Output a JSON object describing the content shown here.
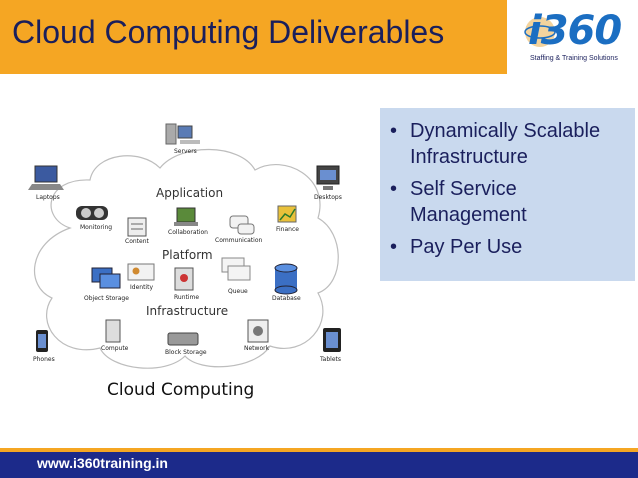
{
  "slide": {
    "title": "Cloud Computing Deliverables",
    "logo": {
      "brand": "i360",
      "tagline": "Staffing & Training Solutions"
    },
    "bullets": [
      "Dynamically Scalable Infrastructure",
      "Self Service Management",
      "Pay Per Use"
    ],
    "diagram": {
      "caption": "Cloud Computing",
      "layers": {
        "application": "Application",
        "platform": "Platform",
        "infrastructure": "Infrastructure"
      },
      "outer_devices": {
        "servers": "Servers",
        "laptops": "Laptops",
        "desktops": "Desktops",
        "phones": "Phones",
        "tablets": "Tablets"
      },
      "components": {
        "monitoring": "Monitoring",
        "content": "Content",
        "collaboration": "Collaboration",
        "communication": "Communication",
        "finance": "Finance",
        "identity": "Identity",
        "object_storage": "Object Storage",
        "runtime": "Runtime",
        "queue": "Queue",
        "database": "Database",
        "compute": "Compute",
        "block_storage": "Block Storage",
        "network": "Network"
      }
    },
    "footer_url": "www.i360training.in"
  },
  "colors": {
    "title_bar": "#f5a623",
    "title_text": "#1a1f5c",
    "bullet_box": "#c9d9ee",
    "footer": "#1c2a8a"
  }
}
